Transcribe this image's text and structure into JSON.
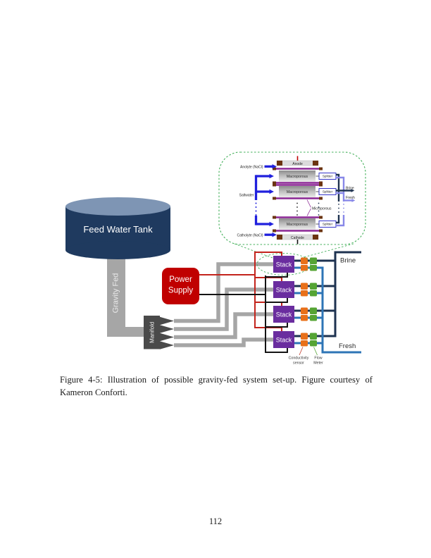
{
  "page": {
    "caption": {
      "line1": "Figure 4-5: Illustration of possible gravity-fed system set-up. Figure courtesy of",
      "line2": "Kameron Conforti."
    },
    "page_number": "112"
  },
  "diagram": {
    "tank_label": "Feed Water Tank",
    "pipe_label": "Gravity Fed",
    "manifold_label": "Manifold",
    "power_supply": {
      "line1": "Power",
      "line2": "Supply"
    },
    "stack_label": "Stack",
    "brine_label": "Brine",
    "fresh_label": "Fresh",
    "sensor_label": {
      "line1": "Conductivity",
      "line2": "sensor"
    },
    "meter_label": {
      "line1": "Flow",
      "line2": "Meter"
    }
  },
  "inset": {
    "anode_label": "Anode",
    "cathode_label": "Cathode",
    "anolyte_label": "Anolyte (NaCl)",
    "catholyte_label": "Catholyte (NaCl)",
    "saltwater_label": "Saltwater",
    "macroporous_label": "Macroporous",
    "microporous_label": "Microporous",
    "splitter_label": "Splitter",
    "brine_label": "Brine",
    "fresh_label": "Fresh"
  },
  "colors": {
    "tank_body": "#1F3A5F",
    "tank_top": "#7E95B4",
    "pipe_gray": "#A6A6A6",
    "manifold_gray": "#4A4A4A",
    "power_red": "#C00000",
    "stack_purple": "#6A2D9F",
    "sensor_orange": "#E8701A",
    "meter_green": "#55A434",
    "brine_navy": "#1E3250",
    "fresh_blue": "#2E75B6",
    "wire_red": "#C3241C",
    "wire_black": "#141414",
    "inset_blue": "#2020DD",
    "inset_fresh": "#8888E8",
    "membrane_purple": "#8A2694",
    "electrode_brown": "#6B3410",
    "callout_green": "#44B05B"
  }
}
